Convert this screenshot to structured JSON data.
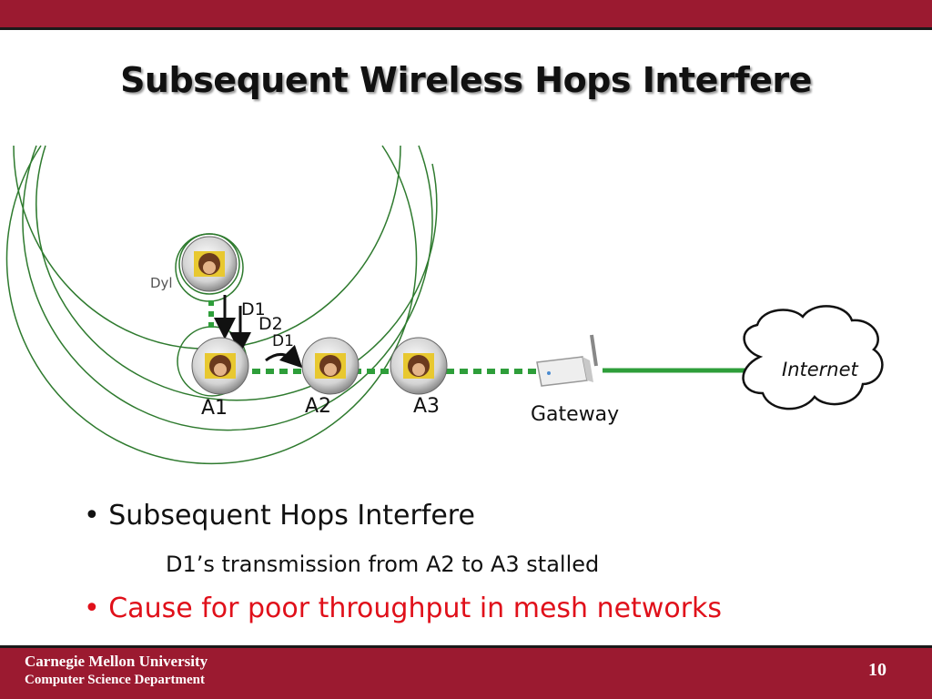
{
  "slide": {
    "title": "Subsequent Wireless Hops Interfere"
  },
  "diagram": {
    "nodes": {
      "a1": "A1",
      "a2": "A2",
      "a3": "A3",
      "dylan_label": "Dyl"
    },
    "flows": {
      "d1_top": "D1",
      "d2": "D2",
      "d1_bottom": "D1"
    },
    "gateway_label": "Gateway",
    "internet_label": "Internet",
    "colors": {
      "wireless_link": "#2e9e3a",
      "range_circle": "#2e7a2e",
      "wired_link": "#2e9e3a"
    }
  },
  "bullets": {
    "b1": "Subsequent Hops Interfere",
    "b1_sub": "D1’s transmission from A2 to A3 stalled",
    "b2": "Cause for poor throughput in mesh networks",
    "b2_color": "#e0101a"
  },
  "footer": {
    "university": "Carnegie Mellon University",
    "department": "Computer Science Department",
    "page_number": "10"
  }
}
